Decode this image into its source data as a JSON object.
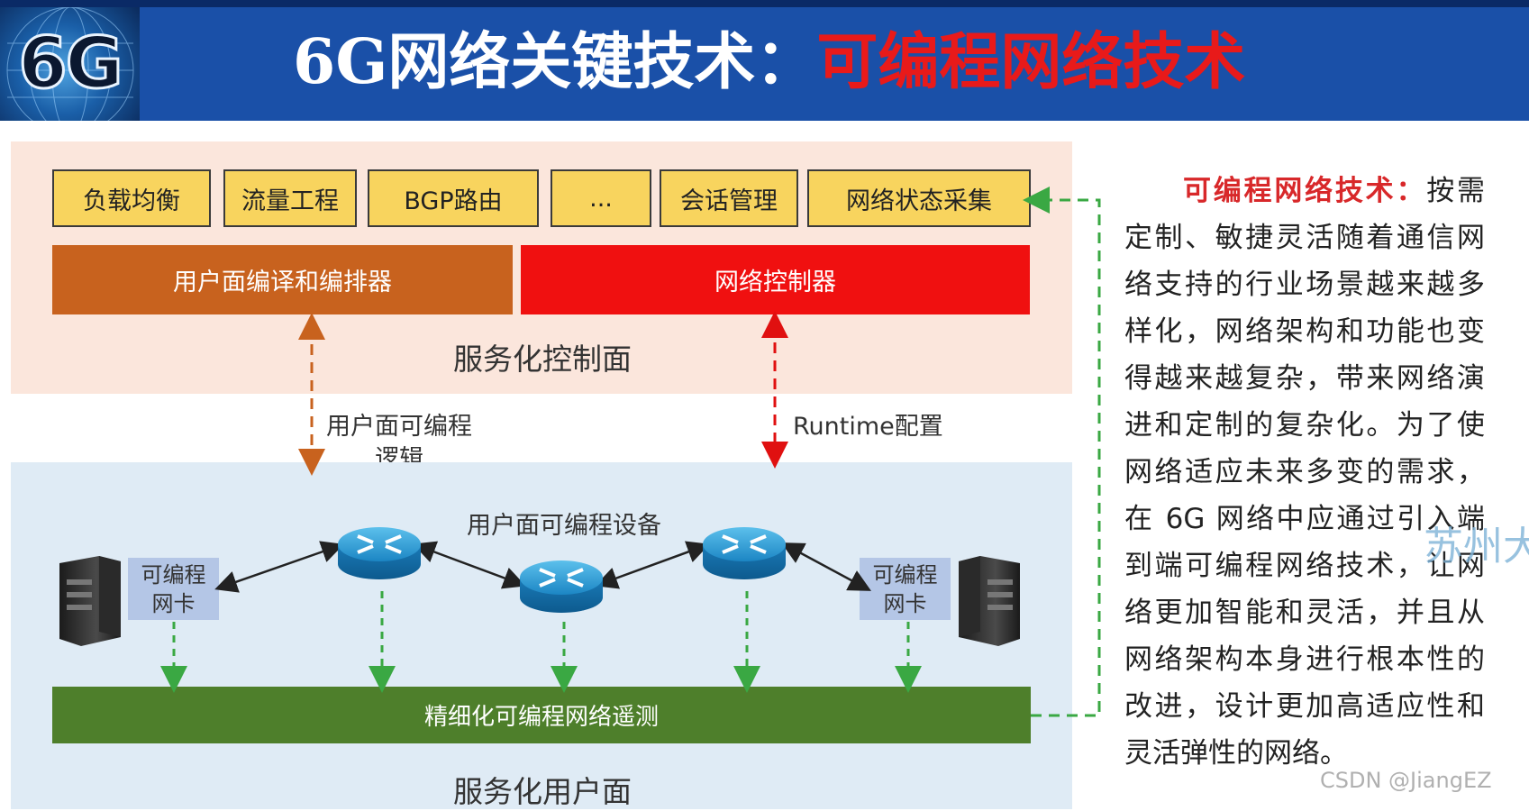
{
  "header": {
    "logo_text": "6G",
    "title_main": "6G网络关键技术：",
    "title_highlight": "可编程网络技术"
  },
  "control_plane": {
    "apps": [
      "负载均衡",
      "流量工程",
      "BGP路由",
      "...",
      "会话管理",
      "网络状态采集"
    ],
    "compiler": "用户面编译和编排器",
    "controller": "网络控制器",
    "label": "服务化控制面"
  },
  "links": {
    "programmable_logic": "用户面可编程逻辑",
    "programmable_logic_line1": "用户面可编程",
    "programmable_logic_line2": "逻辑",
    "runtime": "Runtime配置"
  },
  "data_plane": {
    "devices_label": "用户面可编程设备",
    "nic_left": "可编程网卡",
    "nic_left_line1": "可编程",
    "nic_left_line2": "网卡",
    "nic_right_line1": "可编程",
    "nic_right_line2": "网卡",
    "telemetry": "精细化可编程网络遥测",
    "label": "服务化用户面"
  },
  "description": {
    "heading": "可编程网络技术：",
    "body": "按需定制、敏捷灵活随着通信网络支持的行业场景越来越多样化，网络架构和功能也变得越来越复杂，带来网络演进和定制的复杂化。为了使网络适应未来多变的需求，在 6G 网络中应通过引入端到端可编程网络技术，让网络更加智能和灵活，并且从网络架构本身进行根本性的改进，设计更加高适应性和灵活弹性的网络。"
  },
  "watermark": "苏州大",
  "credit": "CSDN @JiangEZ",
  "colors": {
    "header_bg": "#1a50a8",
    "title_red": "#e81a1a",
    "app_box": "#f8d45e",
    "compiler": "#c8621e",
    "controller": "#f01010",
    "telemetry": "#4e7f2b",
    "nic": "#b4c6e6",
    "green_arrow": "#3aa843",
    "orange_arrow": "#c8621e",
    "red_arrow": "#e01010"
  },
  "icons": [
    "router-icon",
    "server-icon"
  ]
}
